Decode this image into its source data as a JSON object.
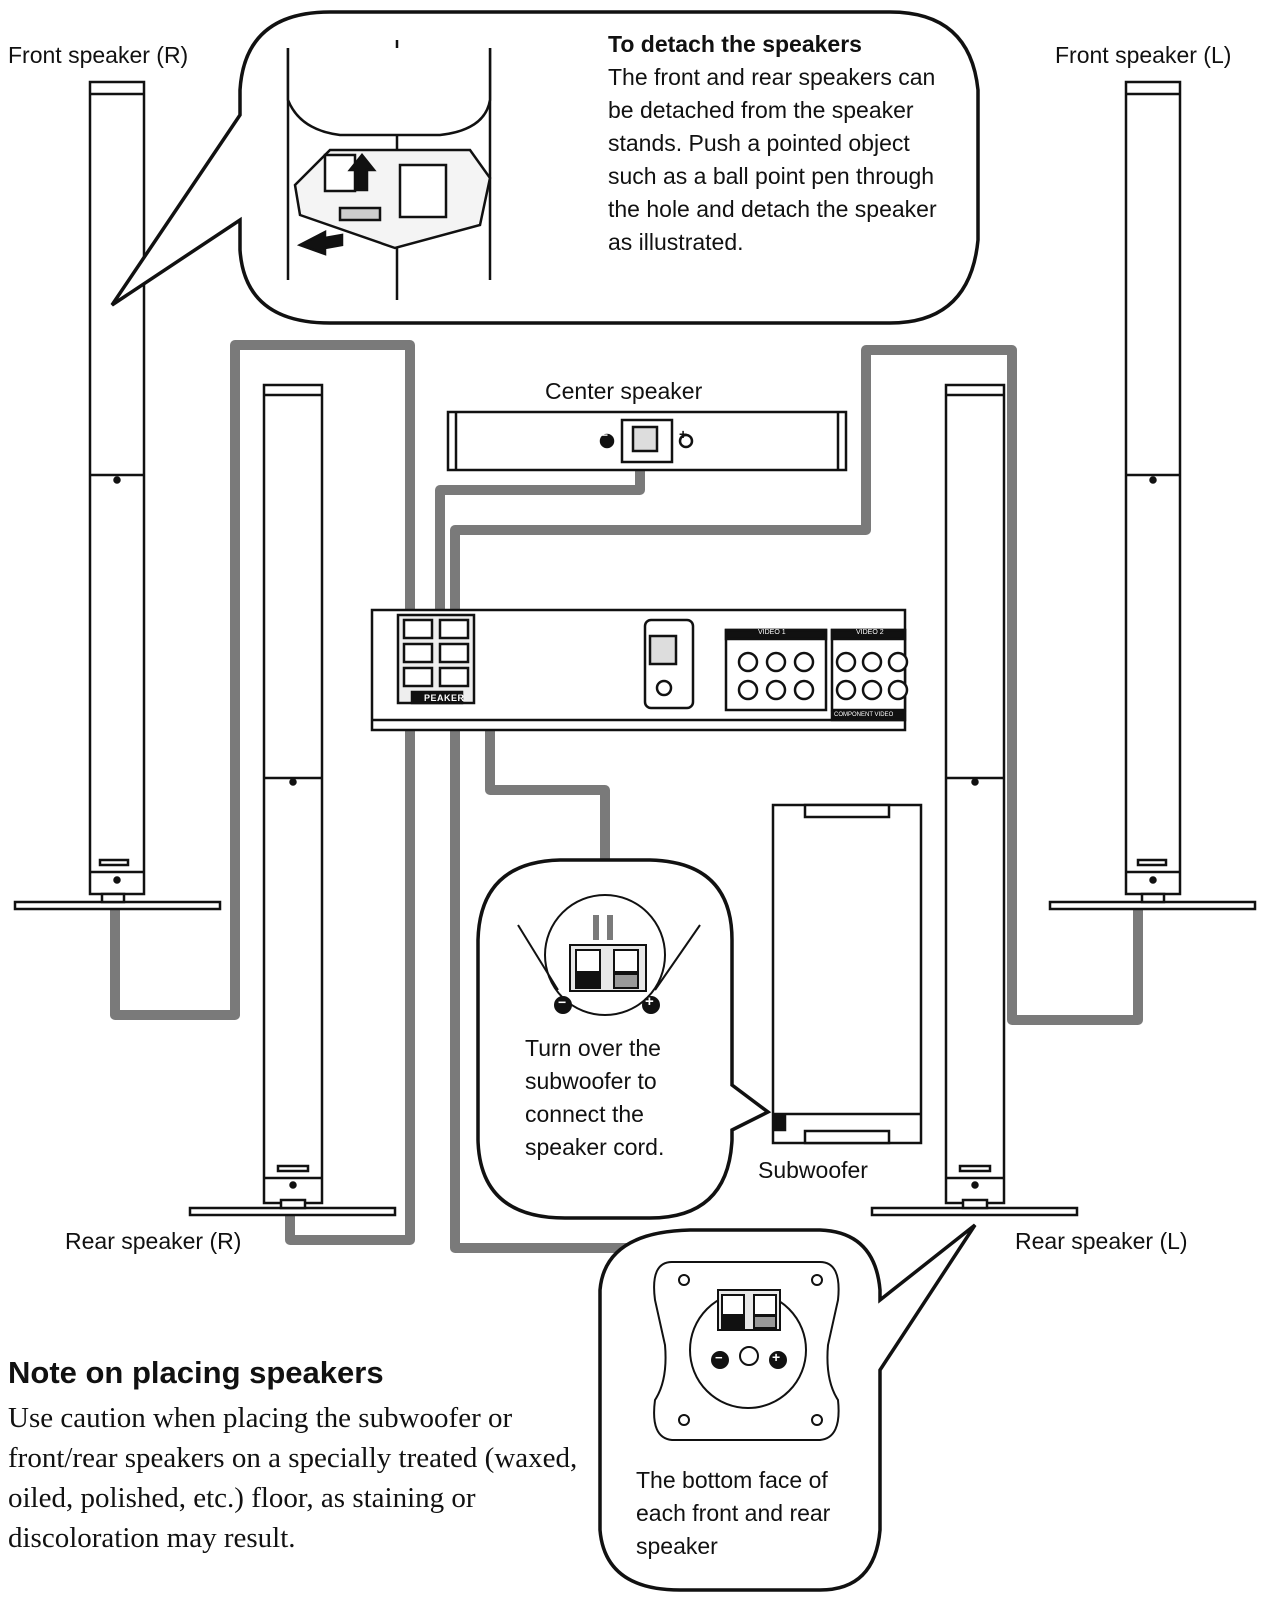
{
  "labels": {
    "front_r": "Front speaker (R)",
    "front_l": "Front speaker (L)",
    "rear_r": "Rear speaker (R)",
    "rear_l": "Rear speaker (L)",
    "center": "Center speaker",
    "subwoofer": "Subwoofer"
  },
  "detach": {
    "title": "To detach the speakers",
    "body": "The front and rear speakers can be detached from the speaker stands. Push a pointed object such as a ball point pen through the hole and detach the speaker as illustrated."
  },
  "subwoofer_callout": "Turn over the subwoofer to connect the speaker cord.",
  "bottom_callout": "The bottom face of each front and rear speaker",
  "note": {
    "title": "Note on placing speakers",
    "body": "Use caution when placing the subwoofer or front/rear speakers on a specially treated (waxed, oiled, polished, etc.) floor, as staining or discoloration may result."
  },
  "receiver": {
    "speaker_panel": "PEAKER",
    "video1": "VIDEO 1",
    "video2": "VIDEO 2",
    "component": "COMPONENT VIDEO"
  },
  "terminal_symbols": {
    "minus": "−",
    "plus": "+"
  }
}
